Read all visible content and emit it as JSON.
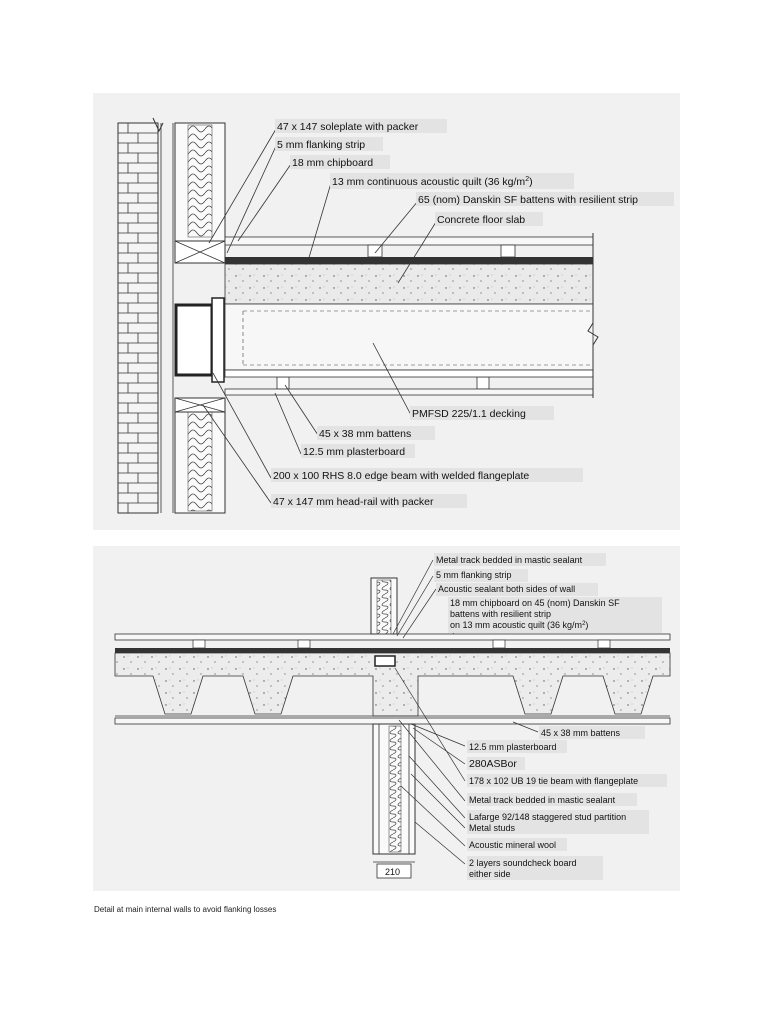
{
  "top_detail": {
    "labels": [
      "47 x 147 soleplate with packer",
      "5 mm flanking strip",
      "18 mm chipboard",
      "13 mm continuous acoustic quilt (36 kg/m",
      "65 (nom) Danskin SF battens with resilient strip",
      "Concrete floor slab",
      "PMFSD 225/1.1 decking",
      "45 x 38 mm battens",
      "12.5 mm plasterboard",
      "200 x 100 RHS 8.0 edge beam with welded flangeplate",
      "47 x 147 mm head-rail with packer"
    ],
    "superscript": "2",
    "superscript_close": ")"
  },
  "bottom_detail": {
    "labels": [
      "Metal track bedded in mastic sealant",
      "5 mm flanking strip",
      "Acoustic sealant both sides of wall",
      "18 mm chipboard on 45 (nom) Danskin SF",
      "battens with resilient strip",
      "on 13 mm acoustic quilt (36 kg/m",
      "45 x 38 mm  battens",
      "12.5 mm plasterboard",
      "280ASBor",
      "178 x 102 UB 19 tie beam with flangeplate",
      "Metal track bedded in mastic sealant",
      "Lafarge 92/148 staggered stud partition",
      "Metal studs",
      "Acoustic mineral wool",
      "2 layers soundcheck board",
      "either side"
    ],
    "superscript": "2",
    "superscript_close": ")",
    "dimension": "210"
  },
  "caption": "Detail at main internal walls to avoid flanking losses"
}
